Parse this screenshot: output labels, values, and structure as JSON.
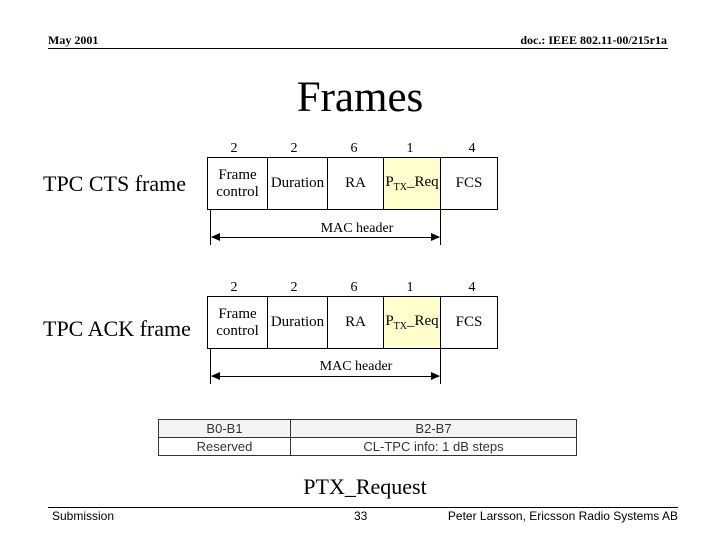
{
  "header": {
    "date": "May 2001",
    "doc_id": "doc.: IEEE 802.11-00/215r1a"
  },
  "title": "Frames",
  "cts": {
    "label": "TPC CTS frame",
    "sizes": [
      "2",
      "2",
      "6",
      "1",
      "4"
    ],
    "fields": {
      "frame_control_line1": "Frame",
      "frame_control_line2": "control",
      "duration": "Duration",
      "ra": "RA",
      "ptx_p": "P",
      "ptx_sub": "TX",
      "ptx_rest": "_Req",
      "fcs": "FCS"
    },
    "mac_header": "MAC header"
  },
  "ack": {
    "label": "TPC ACK frame",
    "sizes": [
      "2",
      "2",
      "6",
      "1",
      "4"
    ],
    "fields": {
      "frame_control_line1": "Frame",
      "frame_control_line2": "control",
      "duration": "Duration",
      "ra": "RA",
      "ptx_p": "P",
      "ptx_sub": "TX",
      "ptx_rest": "_Req",
      "fcs": "FCS"
    },
    "mac_header": "MAC header"
  },
  "ptx_table": {
    "headers": [
      "B0-B1",
      "B2-B7"
    ],
    "values": [
      "Reserved",
      "CL-TPC info: 1 dB steps"
    ]
  },
  "caption": "PTX_Request",
  "footer": {
    "left": "Submission",
    "page": "33",
    "right": "Peter Larsson, Ericsson Radio Systems AB"
  }
}
